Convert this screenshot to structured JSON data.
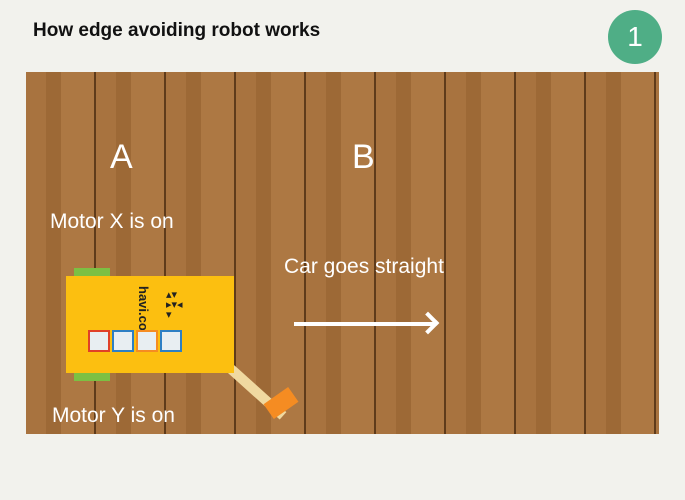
{
  "header": {
    "title": "How edge avoiding robot works",
    "step": "1"
  },
  "diagram": {
    "label_a": "A",
    "label_b": "B",
    "motor_x": "Motor X is on",
    "motor_y": "Motor Y is on",
    "car_action": "Car goes straight",
    "brand": "havi.co"
  }
}
